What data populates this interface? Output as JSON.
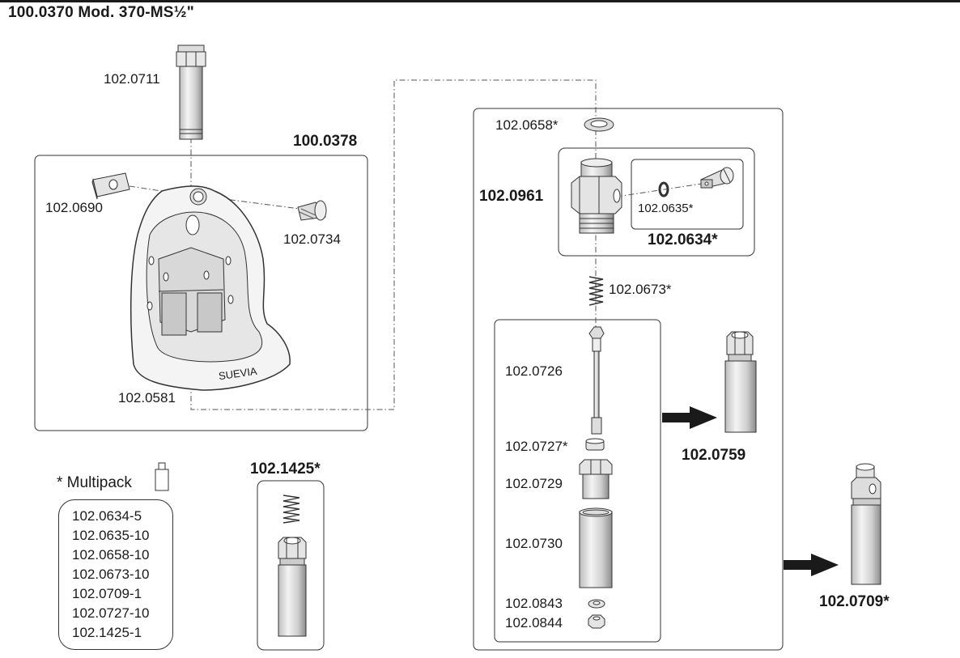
{
  "title": "100.0370 Mod. 370-MS½\"",
  "labels": {
    "p0711": "102.0711",
    "p0378": "100.0378",
    "p0690": "102.0690",
    "p0734": "102.0734",
    "p0581": "102.0581",
    "brand": "SUEVIA",
    "p0658": "102.0658*",
    "p0961": "102.0961",
    "p0635": "102.0635*",
    "p0634": "102.0634*",
    "p0673": "102.0673*",
    "p0726": "102.0726",
    "p0727": "102.0727*",
    "p0729": "102.0729",
    "p0730": "102.0730",
    "p0843": "102.0843",
    "p0844": "102.0844",
    "p0759": "102.0759",
    "p0709": "102.0709*",
    "p1425": "102.1425*"
  },
  "multipack": {
    "title": "* Multipack",
    "items": [
      "102.0634-5",
      "102.0635-10",
      "102.0658-10",
      "102.0673-10",
      "102.0709-1",
      "102.0727-10",
      "102.1425-1"
    ]
  }
}
